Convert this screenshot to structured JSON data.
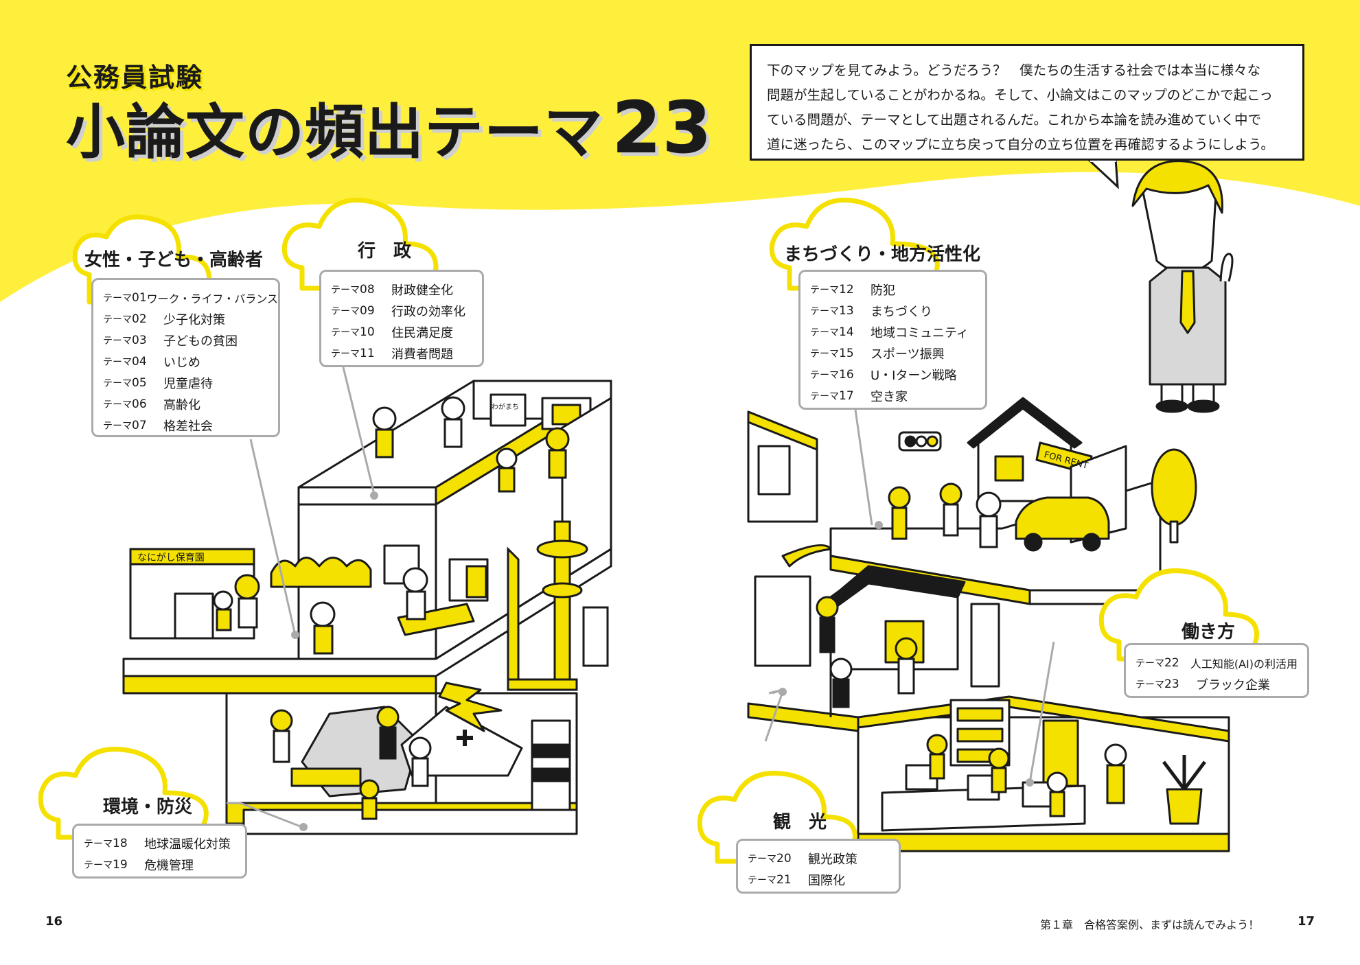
{
  "title": {
    "sub": "公務員試験",
    "main": "小論文の頻出テーマ",
    "number": "23"
  },
  "speech": {
    "lines": [
      "下のマップを見てみよう。どうだろう？　僕たちの生活する社会では本当に様々な",
      "問題が生起していることがわかるね。そして、小論文はこのマップのどこかで起こっ",
      "ている問題が、テーマとして出題されるんだ。これから本論を読み進めていく中で",
      "道に迷ったら、このマップに立ち戻って自分の立ち位置を再確認するようにしよう。"
    ]
  },
  "theme_label": "テーマ",
  "categories": [
    {
      "title": "女性・子ども・高齢者",
      "items": [
        {
          "no": "01",
          "text": "ワーク・ライフ・バランス"
        },
        {
          "no": "02",
          "text": "少子化対策"
        },
        {
          "no": "03",
          "text": "子どもの貧困"
        },
        {
          "no": "04",
          "text": "いじめ"
        },
        {
          "no": "05",
          "text": "児童虐待"
        },
        {
          "no": "06",
          "text": "高齢化"
        },
        {
          "no": "07",
          "text": "格差社会"
        }
      ]
    },
    {
      "title": "行　政",
      "items": [
        {
          "no": "08",
          "text": "財政健全化"
        },
        {
          "no": "09",
          "text": "行政の効率化"
        },
        {
          "no": "10",
          "text": "住民満足度"
        },
        {
          "no": "11",
          "text": "消費者問題"
        }
      ]
    },
    {
      "title": "まちづくり・地方活性化",
      "items": [
        {
          "no": "12",
          "text": "防犯"
        },
        {
          "no": "13",
          "text": "まちづくり"
        },
        {
          "no": "14",
          "text": "地域コミュニティ"
        },
        {
          "no": "15",
          "text": "スポーツ振興"
        },
        {
          "no": "16",
          "text": "U・Iターン戦略"
        },
        {
          "no": "17",
          "text": "空き家"
        }
      ]
    },
    {
      "title": "環境・防災",
      "items": [
        {
          "no": "18",
          "text": "地球温暖化対策"
        },
        {
          "no": "19",
          "text": "危機管理"
        }
      ]
    },
    {
      "title": "働き方",
      "items": [
        {
          "no": "22",
          "text": "人工知能(AI)の利活用"
        },
        {
          "no": "23",
          "text": "ブラック企業"
        }
      ]
    },
    {
      "title": "観　光",
      "items": [
        {
          "no": "20",
          "text": "観光政策"
        },
        {
          "no": "21",
          "text": "国際化"
        }
      ]
    }
  ],
  "illustration": {
    "nursery_sign": "なにがし保育園",
    "rent_sign": "FOR RENT",
    "poster": "わがまち"
  },
  "page_left": "16",
  "page_right": "17",
  "chapter": "第１章　合格答案例、まずは読んでみよう！",
  "colors": {
    "accent": "#ffef3d",
    "yellow": "#f5e100",
    "ink": "#1a1a1a",
    "frame": "#aaaaaa"
  }
}
